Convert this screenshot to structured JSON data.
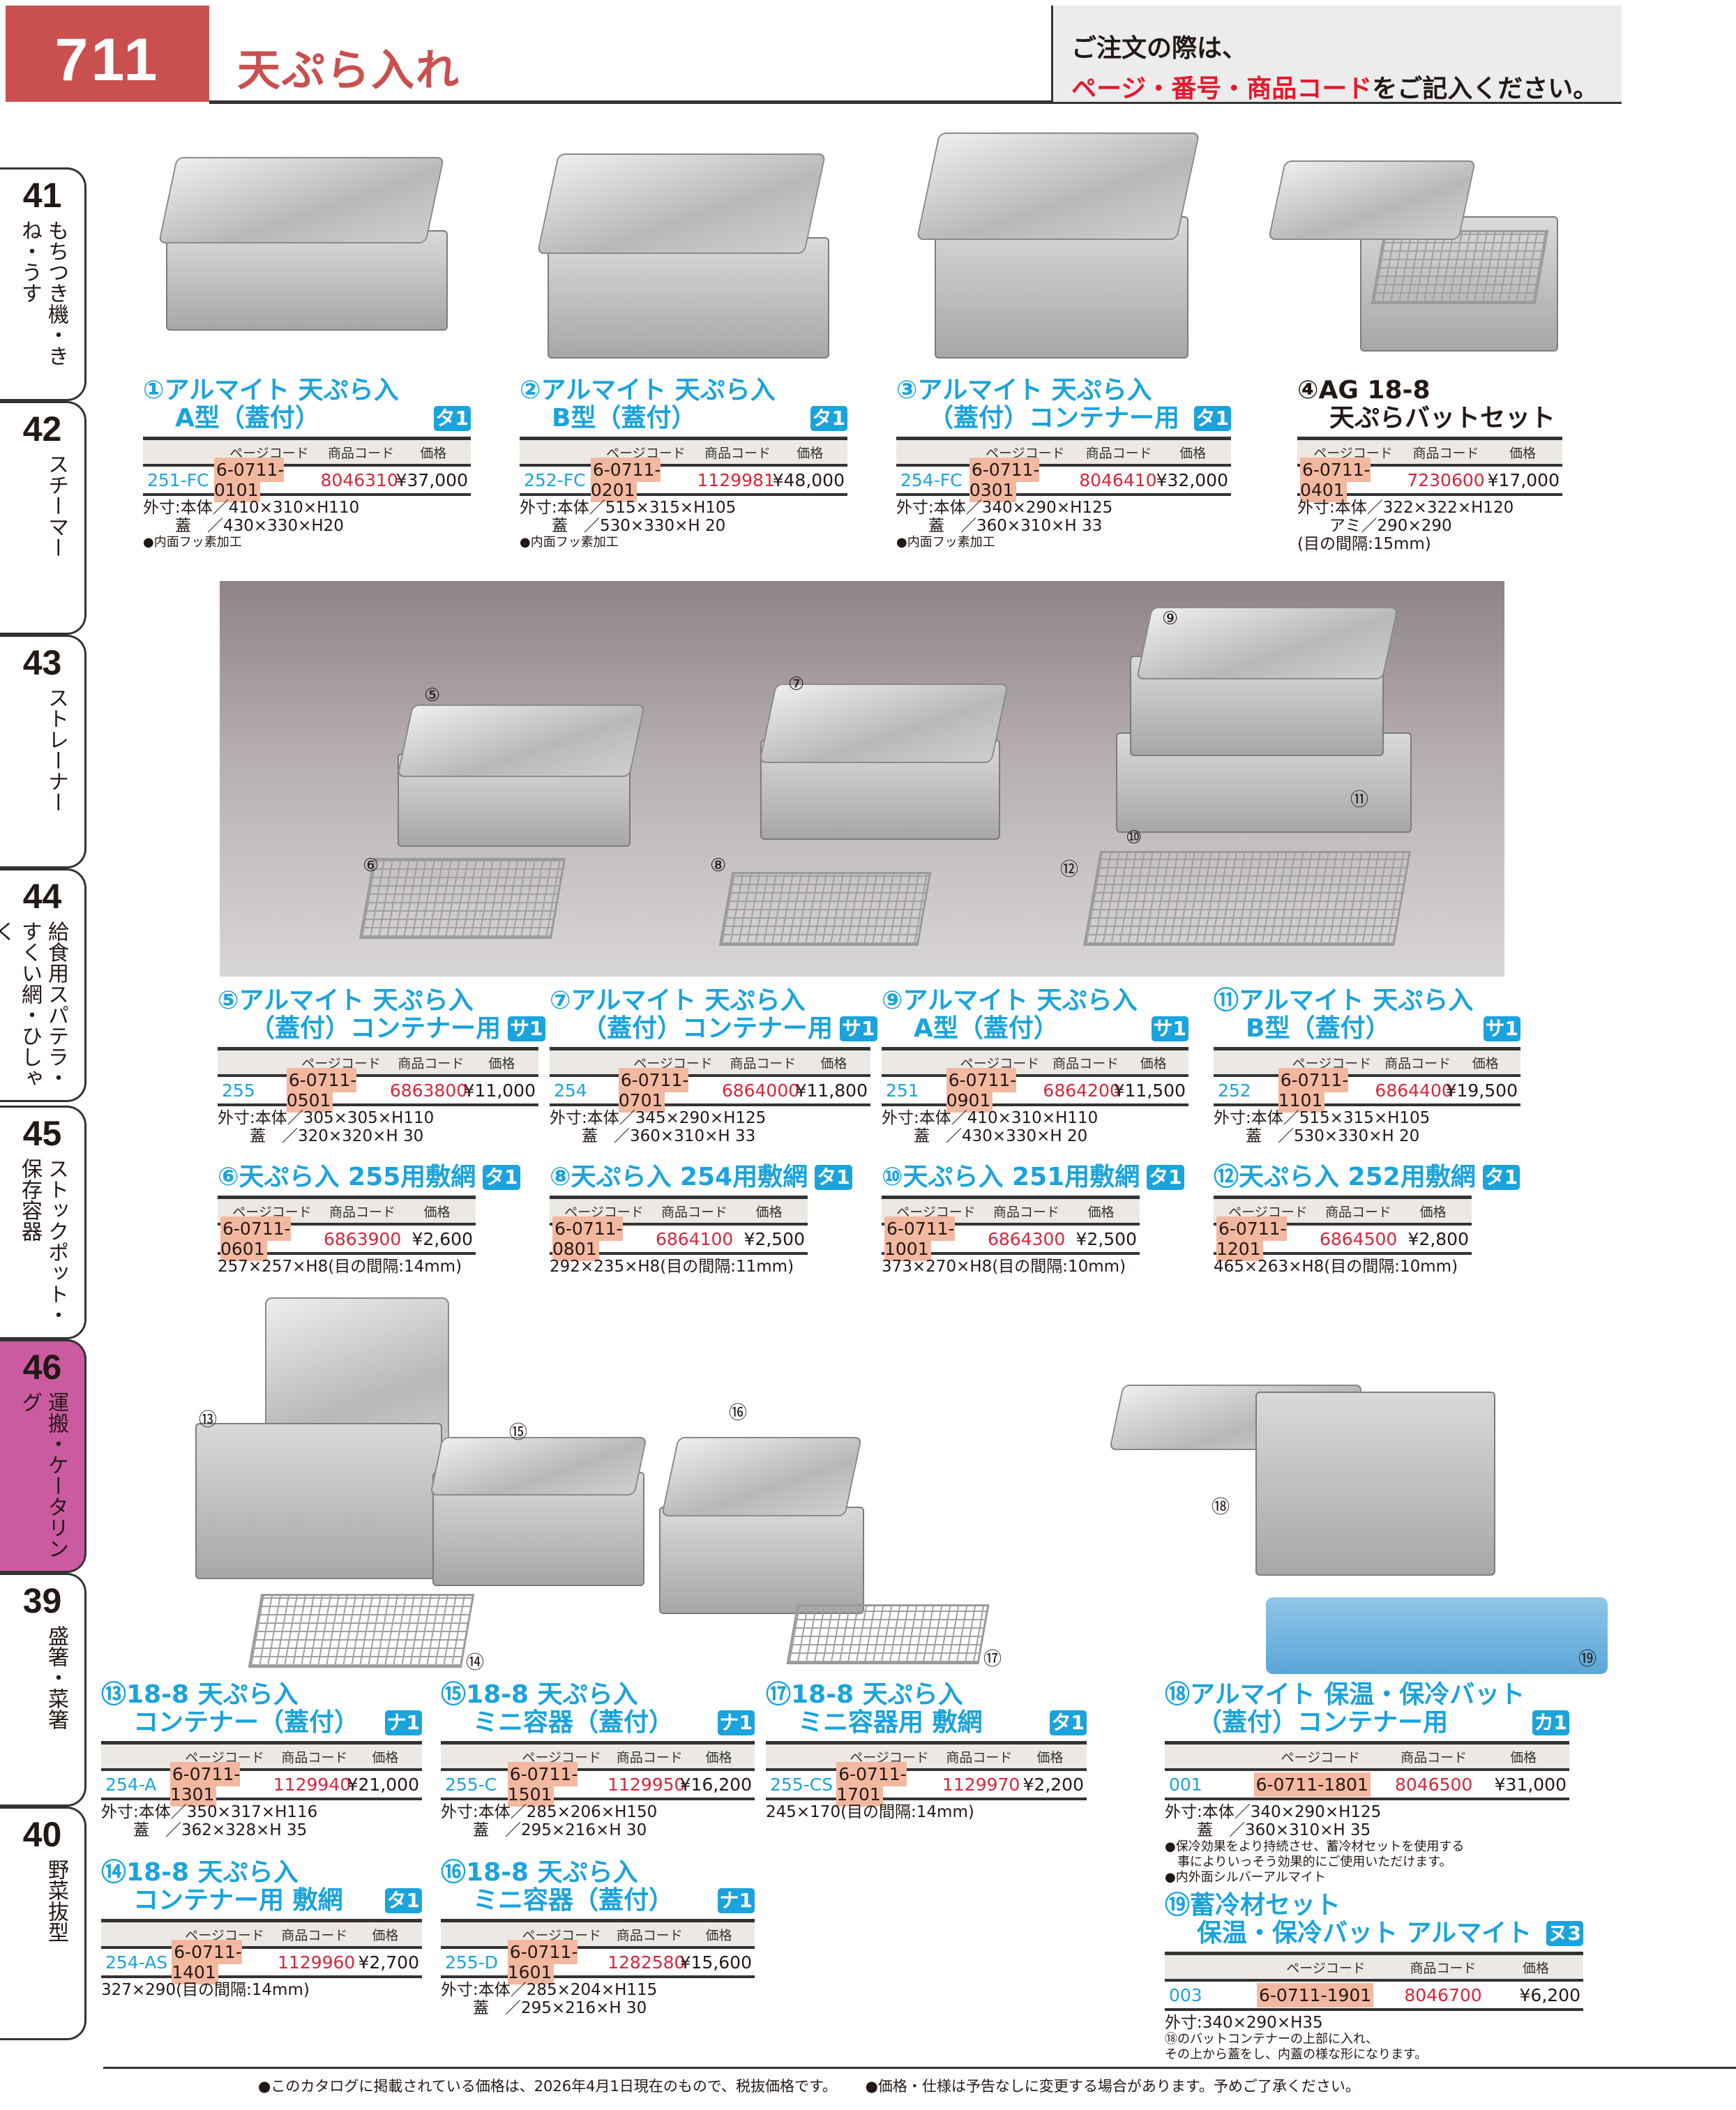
{
  "header": {
    "page_number": "711",
    "title": "天ぷら入れ",
    "note_line1": "ご注文の際は、",
    "note_red": "ページ・番号・商品コード",
    "note_rest": "をご記入ください。"
  },
  "tabs": [
    {
      "num": "41",
      "label": "もちつき機・きね・うす"
    },
    {
      "num": "42",
      "label": "スチーマー"
    },
    {
      "num": "43",
      "label": "ストレーナー"
    },
    {
      "num": "44",
      "label": "給食用スパテラ・すくい網・ひしゃく"
    },
    {
      "num": "45",
      "label": "ストックポット・保存容器"
    },
    {
      "num": "46",
      "label": "運搬・ケータリング",
      "active": true
    },
    {
      "num": "39",
      "label": "盛箸・菜箸"
    },
    {
      "num": "40",
      "label": "野菜抜型"
    }
  ],
  "table_headers": {
    "page": "ページコード",
    "item": "商品コード",
    "price": "価格"
  },
  "products": [
    {
      "id": "p1",
      "num": "①",
      "title": [
        "アルマイト 天ぷら入",
        "A型（蓋付）"
      ],
      "badge": "タ1",
      "page": "251-FC",
      "page_code": "6-0711-0101",
      "item_code": "8046310",
      "price": "¥37,000",
      "specs": [
        "外寸:本体／410×310×H110",
        "　　蓋　／430×330×H20"
      ],
      "notes": [
        "●内面フッ素加工"
      ]
    },
    {
      "id": "p2",
      "num": "②",
      "title": [
        "アルマイト 天ぷら入",
        "B型（蓋付）"
      ],
      "badge": "タ1",
      "page": "252-FC",
      "page_code": "6-0711-0201",
      "item_code": "1129981",
      "price": "¥48,000",
      "specs": [
        "外寸:本体／515×315×H105",
        "　　蓋　／530×330×H 20"
      ],
      "notes": [
        "●内面フッ素加工"
      ]
    },
    {
      "id": "p3",
      "num": "③",
      "title": [
        "アルマイト 天ぷら入",
        "（蓋付）コンテナー用"
      ],
      "badge": "タ1",
      "page": "254-FC",
      "page_code": "6-0711-0301",
      "item_code": "8046410",
      "price": "¥32,000",
      "specs": [
        "外寸:本体／340×290×H125",
        "　　蓋　／360×310×H 33"
      ],
      "notes": [
        "●内面フッ素加工"
      ]
    },
    {
      "id": "p4",
      "num": "④",
      "title": [
        "AG 18-8",
        "天ぷらバットセット"
      ],
      "page_code": "6-0711-0401",
      "item_code": "7230600",
      "price": "¥17,000",
      "specs": [
        "外寸:本体／322×322×H120",
        "　　アミ／290×290",
        "(目の間隔:15mm)"
      ]
    },
    {
      "id": "p5",
      "num": "⑤",
      "title": [
        "アルマイト 天ぷら入",
        "（蓋付）コンテナー用"
      ],
      "badge": "サ1",
      "page": "255",
      "page_code": "6-0711-0501",
      "item_code": "6863800",
      "price": "¥11,000",
      "specs": [
        "外寸:本体／305×305×H110",
        "　　蓋　／320×320×H 30"
      ]
    },
    {
      "id": "p6",
      "num": "⑥",
      "title": [
        "天ぷら入 255用敷網"
      ],
      "badge": "タ1",
      "page_code": "6-0711-0601",
      "item_code": "6863900",
      "price": "¥2,600",
      "specs": [
        "257×257×H8(目の間隔:14mm)"
      ]
    },
    {
      "id": "p7",
      "num": "⑦",
      "title": [
        "アルマイト 天ぷら入",
        "（蓋付）コンテナー用"
      ],
      "badge": "サ1",
      "page": "254",
      "page_code": "6-0711-0701",
      "item_code": "6864000",
      "price": "¥11,800",
      "specs": [
        "外寸:本体／345×290×H125",
        "　　蓋　／360×310×H 33"
      ]
    },
    {
      "id": "p8",
      "num": "⑧",
      "title": [
        "天ぷら入 254用敷網"
      ],
      "badge": "タ1",
      "page_code": "6-0711-0801",
      "item_code": "6864100",
      "price": "¥2,500",
      "specs": [
        "292×235×H8(目の間隔:11mm)"
      ]
    },
    {
      "id": "p9",
      "num": "⑨",
      "title": [
        "アルマイト 天ぷら入",
        "A型（蓋付）"
      ],
      "badge": "サ1",
      "page": "251",
      "page_code": "6-0711-0901",
      "item_code": "6864200",
      "price": "¥11,500",
      "specs": [
        "外寸:本体／410×310×H110",
        "　　蓋　／430×330×H 20"
      ]
    },
    {
      "id": "p10",
      "num": "⑩",
      "title": [
        "天ぷら入 251用敷網"
      ],
      "badge": "タ1",
      "page_code": "6-0711-1001",
      "item_code": "6864300",
      "price": "¥2,500",
      "specs": [
        "373×270×H8(目の間隔:10mm)"
      ]
    },
    {
      "id": "p11",
      "num": "⑪",
      "title": [
        "アルマイト 天ぷら入",
        "B型（蓋付）"
      ],
      "badge": "サ1",
      "page": "252",
      "page_code": "6-0711-1101",
      "item_code": "6864400",
      "price": "¥19,500",
      "specs": [
        "外寸:本体／515×315×H105",
        "　　蓋　／530×330×H 20"
      ]
    },
    {
      "id": "p12",
      "num": "⑫",
      "title": [
        "天ぷら入 252用敷網"
      ],
      "badge": "タ1",
      "page_code": "6-0711-1201",
      "item_code": "6864500",
      "price": "¥2,800",
      "specs": [
        "465×263×H8(目の間隔:10mm)"
      ]
    },
    {
      "id": "p13",
      "num": "⑬",
      "title": [
        "18-8 天ぷら入",
        "コンテナー（蓋付）"
      ],
      "badge": "ナ1",
      "page": "254-A",
      "page_code": "6-0711-1301",
      "item_code": "1129940",
      "price": "¥21,000",
      "specs": [
        "外寸:本体／350×317×H116",
        "　　蓋　／362×328×H 35"
      ]
    },
    {
      "id": "p14",
      "num": "⑭",
      "title": [
        "18-8 天ぷら入",
        "コンテナー用 敷網"
      ],
      "badge": "タ1",
      "page": "254-AS",
      "page_code": "6-0711-1401",
      "item_code": "1129960",
      "price": "¥2,700",
      "specs": [
        "327×290(目の間隔:14mm)"
      ]
    },
    {
      "id": "p15",
      "num": "⑮",
      "title": [
        "18-8 天ぷら入",
        "ミニ容器（蓋付）"
      ],
      "badge": "ナ1",
      "page": "255-C",
      "page_code": "6-0711-1501",
      "item_code": "1129950",
      "price": "¥16,200",
      "specs": [
        "外寸:本体／285×206×H150",
        "　　蓋　／295×216×H 30"
      ]
    },
    {
      "id": "p16",
      "num": "⑯",
      "title": [
        "18-8 天ぷら入",
        "ミニ容器（蓋付）"
      ],
      "badge": "ナ1",
      "page": "255-D",
      "page_code": "6-0711-1601",
      "item_code": "1282580",
      "price": "¥15,600",
      "specs": [
        "外寸:本体／285×204×H115",
        "　　蓋　／295×216×H 30"
      ]
    },
    {
      "id": "p17",
      "num": "⑰",
      "title": [
        "18-8 天ぷら入",
        "ミニ容器用 敷網"
      ],
      "badge": "タ1",
      "page": "255-CS",
      "page_code": "6-0711-1701",
      "item_code": "1129970",
      "price": "¥2,200",
      "specs": [
        "245×170(目の間隔:14mm)"
      ]
    },
    {
      "id": "p18",
      "num": "⑱",
      "title": [
        "アルマイト 保温・保冷バット",
        "（蓋付）コンテナー用"
      ],
      "badge": "カ1",
      "page": "001",
      "page_code": "6-0711-1801",
      "item_code": "8046500",
      "price": "¥31,000",
      "specs": [
        "外寸:本体／340×290×H125",
        "　　蓋　／360×310×H 35"
      ],
      "notes": [
        "●保冷効果をより持続させ、蓄冷材セットを使用する",
        "　事によりいっそう効果的にご使用いただけます。",
        "●内外面シルバーアルマイト"
      ]
    },
    {
      "id": "p19",
      "num": "⑲",
      "title": [
        "蓄冷材セット",
        "保温・保冷バット アルマイト"
      ],
      "badge": "ヌ3",
      "page": "003",
      "page_code": "6-0711-1901",
      "item_code": "8046700",
      "price": "¥6,200",
      "specs": [
        "外寸:340×290×H35"
      ],
      "notes": [
        "⑱のバットコンテナーの上部に入れ、",
        "その上から蓋をし、内蓋の様な形になります。"
      ]
    }
  ],
  "photo_labels": {
    "c5": "⑤",
    "c6": "⑥",
    "c7": "⑦",
    "c8": "⑧",
    "c9": "⑨",
    "c10": "⑩",
    "c11": "⑪",
    "c12": "⑫",
    "c13": "⑬",
    "c14": "⑭",
    "c15": "⑮",
    "c16": "⑯",
    "c17": "⑰",
    "c18": "⑱",
    "c19": "⑲"
  },
  "footer": {
    "note1": "●このカタログに掲載されている価格は、2026年4月1日現在のもので、税抜価格です。",
    "note2": "●価格・仕様は予告なしに変更する場合があります。予めご了承ください。"
  }
}
